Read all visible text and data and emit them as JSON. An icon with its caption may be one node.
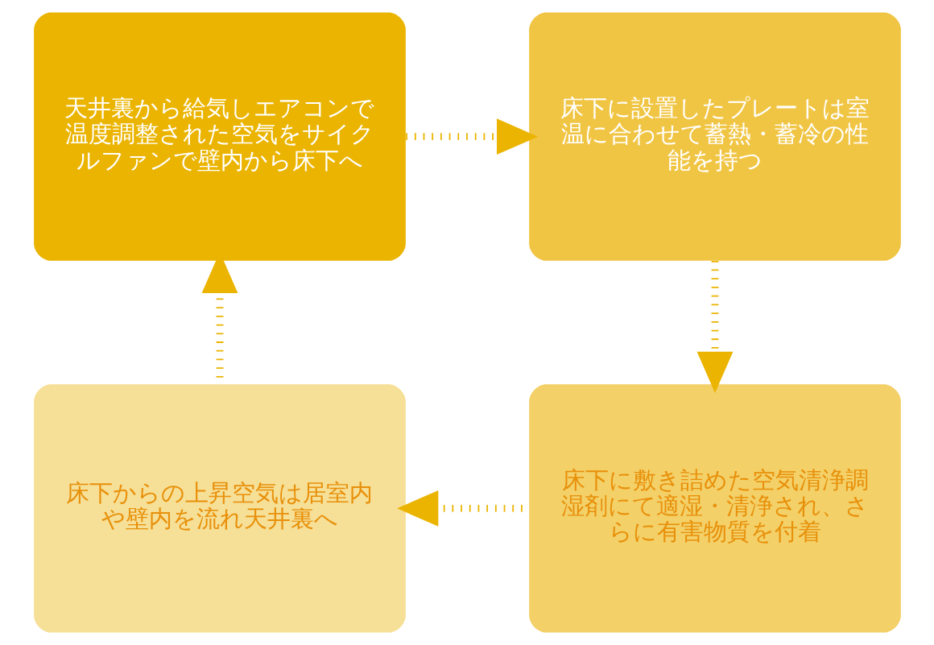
{
  "diagram": {
    "nodes": [
      {
        "text": [
          "天井裏から給気しエアコンで温度調整された空気をサイクルファンで壁内から床下へ"
        ]
      },
      {
        "text": [
          "床下に設置したプレートは室温に合わせて蓄熱・蓄冷の性能を持つ"
        ]
      },
      {
        "text": [
          "床下からの上昇空気は居室内や壁内を流れ天井裏へ"
        ]
      },
      {
        "text": [
          "床下に敷き詰めた空気清浄調湿剤にて適湿・清浄され、さらに有害物質を付着"
        ]
      }
    ],
    "edges": [
      {
        "from": 0,
        "to": 1,
        "arrow": "to"
      },
      {
        "from": 1,
        "to": 3,
        "arrow": "to"
      },
      {
        "from": 3,
        "to": 2,
        "arrow": "to"
      },
      {
        "from": 2,
        "to": 0,
        "arrow": "to"
      }
    ]
  }
}
